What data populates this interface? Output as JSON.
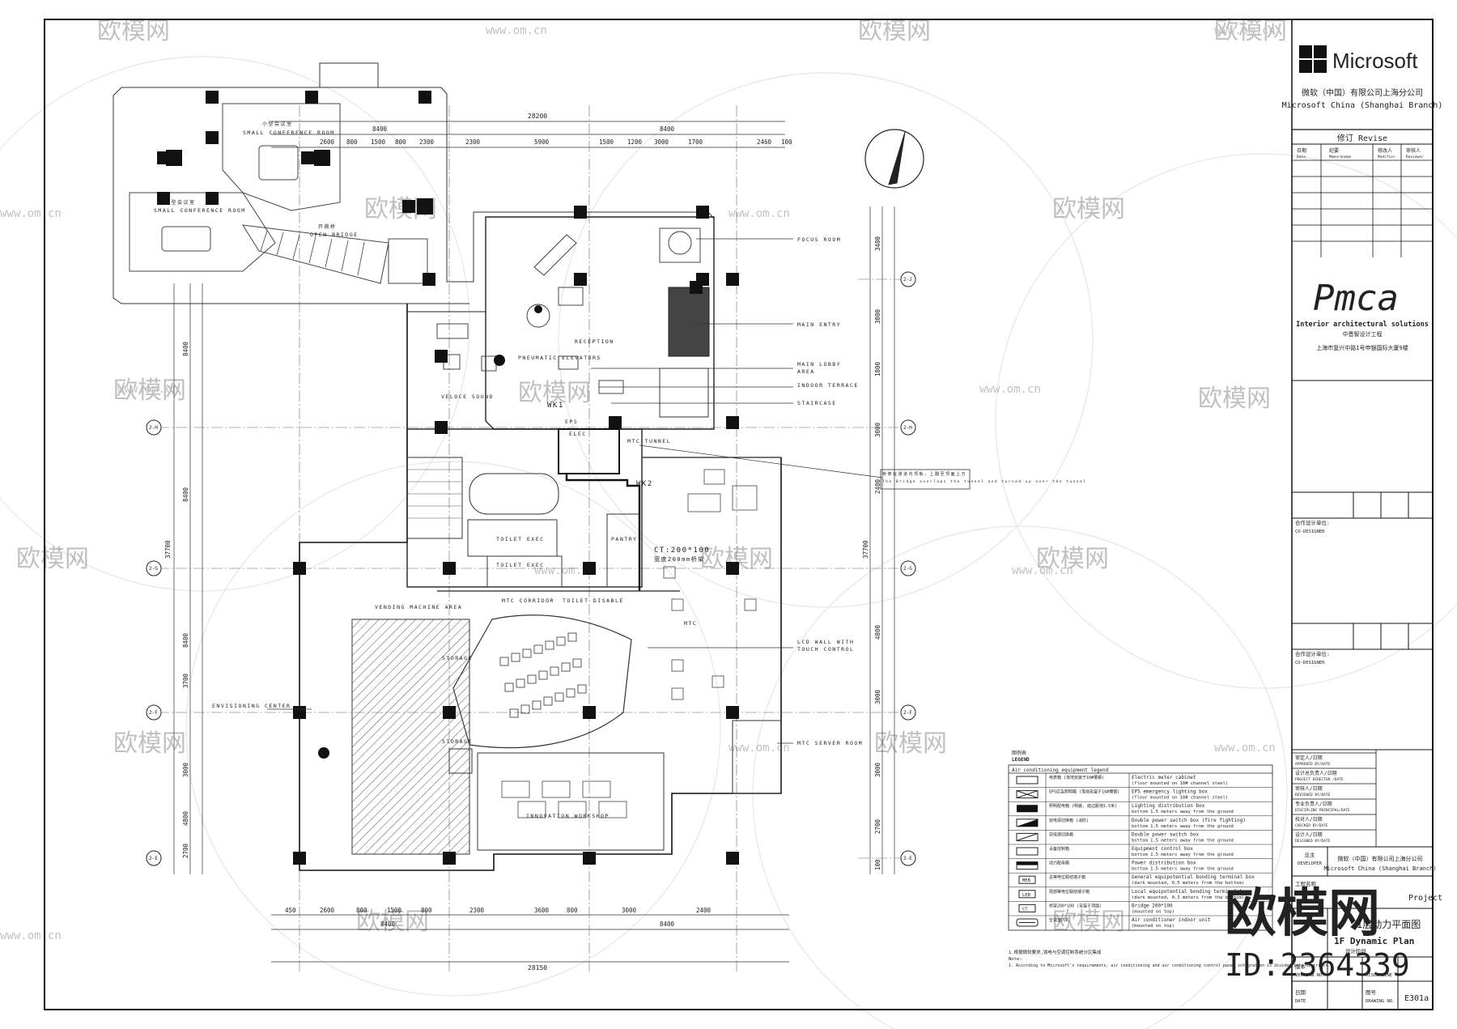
{
  "watermark": {
    "brand": "欧模网",
    "url": "www.om.cn",
    "url_short": "om.cn"
  },
  "brand_stamp": {
    "name": "欧模网",
    "id": "ID:2364339"
  },
  "title_block": {
    "logo": "Microsoft",
    "client_cn": "微软（中国）有限公司上海分公司",
    "client_en": "Microsoft China  (Shanghai Branch)",
    "revise_title": "修订 Revise",
    "revise_headers": [
      "日期",
      "纪要",
      "修改人",
      "审核人"
    ],
    "revise_headers_en": [
      "Date",
      "Memorandum",
      "Modifier",
      "Reviewer"
    ],
    "designer_logo": "Pmca",
    "designer_tagline": "Interior architectural solutions",
    "designer_cn": "中晋智设计工程",
    "designer_address": "上海市复兴中路1号申银国际大厦9楼",
    "cooperation_1": "合作设计单位:",
    "codesigner_1": "CO-DESIGNER",
    "cooperation_2": "合作设计单位:",
    "codesigner_2": "CO-DESIGNER",
    "sign_rows": [
      {
        "cn": "审定人/日期",
        "en": "APPROVED BY/DATE"
      },
      {
        "cn": "设计总负责人/日期",
        "en": "PROJECT DIRECTOR /DATE"
      },
      {
        "cn": "审核人/日期",
        "en": "REVIEWED BY/DATE"
      },
      {
        "cn": "专业负责人/日期",
        "en": "DISCIPLINE PRINCIPAL/DATE"
      },
      {
        "cn": "校对人/日期",
        "en": "CHECKED BY/DATE"
      },
      {
        "cn": "设计人/日期",
        "en": "DESIGNED BY/DATE"
      }
    ],
    "owner_cn": "业主",
    "owner_en": "DEVELOPER",
    "owner_name_cn": "微软（中国）有限公司上海分公司",
    "owner_name_en": "Microsoft China  (Shanghai Branch)",
    "project_label": "工程名称",
    "project_name": "Project",
    "drawing_cn": "1层动力平面图",
    "drawing_en": "1F Dynamic Plan",
    "discipline": "设计阶段",
    "version_label": "版本",
    "version_en": "VERSION NO.",
    "discipline_en": "DISCIPLINE",
    "date_label": "日期",
    "date_en": "DATE",
    "drawing_no_label": "图号",
    "drawing_no_en": "DRAWING NO.",
    "drawing_no": "E301a"
  },
  "legend": {
    "title_cn": "图例表",
    "title_en": "LEGEND",
    "subtitle": "Air conditioning equipment legend",
    "items": [
      {
        "cn": "电表箱 (落地安装于10#槽钢)",
        "en": "Electric meter cabinet",
        "note": "(floor mounted on 10# channel steel)"
      },
      {
        "cn": "EPS应急照明箱 (落地安装于10#槽钢)",
        "en": "EPS emergency lighting box",
        "note": "(floor mounted on 10# channel steel)"
      },
      {
        "cn": "照明配电箱 (明装, 底边距地1.5米)",
        "en": "Lighting distribution box",
        "note": "bottom 1.5 meters away from the ground"
      },
      {
        "cn": "双电源切换箱 (消防)",
        "en": "Double power switch box (fire fighting)",
        "note": "bottom 1.5 meters away from the ground"
      },
      {
        "cn": "双电源切换箱",
        "en": "Double power switch box",
        "note": "bottom 1.5 meters away from the ground"
      },
      {
        "cn": "设备控制箱",
        "en": "Equipment control box",
        "note": "bottom 1.5 meters away from the ground"
      },
      {
        "cn": "动力配电箱",
        "en": "Power distribution box",
        "note": "bottom 1.5 meters away from the ground"
      },
      {
        "cn": "总等电位联结端子箱",
        "en": "General equipotential bonding terminal box",
        "note": "(dark mounted, 0.5 meters from the bottom)",
        "code": "MEB"
      },
      {
        "cn": "局部等电位联结端子箱",
        "en": "Local equipotential bonding terminal box",
        "note": "(dark mounted, 0.3 meters from the bottom)",
        "code": "LEB"
      },
      {
        "cn": "桥架200*100 (安装于顶面)",
        "en": "Bridge 200*100",
        "note": "(mounted on top)",
        "code": "CT"
      },
      {
        "cn": "空调室内机",
        "en": "Air conditioner indoor unit",
        "note": "(mounted on top)"
      }
    ],
    "note_label": "Note:",
    "note_cn": "1.根据微软要求,强电与空调控制系统分区集成",
    "note_en": "1. According to Microsoft's requirements, air conditioning and air conditioning control panel integration is divided into districts."
  },
  "plan": {
    "rooms": [
      "SMALL CONFERENCE ROOM",
      "SMALL CONFERENCE ROOM",
      "OPEN BRIDGE",
      "RECEPTION",
      "PNEUMATIC ELEVATORS",
      "VELOCE SOUND",
      "TOILET EXEC",
      "TOILET EXEC",
      "PANTRY",
      "VENDING MACHINE AREA",
      "MTC CORRIDOR",
      "TOILET DISABLE",
      "STORAGE",
      "STORAGE",
      "MTC",
      "ENVISIONING CENTER",
      "INNOVATION WORKSHOP",
      "EPS",
      "ELEC",
      "MTC TUNNEL"
    ],
    "rooms_cn": [
      "小型会议室",
      "小型会议室",
      "开敞桥"
    ],
    "callouts": [
      "FOCUS ROOM",
      "MAIN ENTRY",
      "MAIN LOBBY AREA",
      "INDOOR TERRACE",
      "STAIRCASE",
      "LCD WALL WITH TOUCH CONTROL",
      "MTC SERVER ROOM"
    ],
    "bridge_note_cn": "桥架在通道内顶板，上翻至顶面上方",
    "bridge_note_en": "The Bridge overlaps the tunnel and turned up over the tunnel",
    "ct_note": "CT:200*100",
    "ct_note_cn": "宽度200mm桥架",
    "wk_labels": [
      "WK1",
      "WK2"
    ],
    "dims_top_total": "28200",
    "dims_top_1": [
      "8400",
      "8400"
    ],
    "dims_top_2": [
      "2600",
      "800",
      "1500",
      "800",
      "2300",
      "2300",
      "5900",
      "1500",
      "1200",
      "3000",
      "1700",
      "2460",
      "100"
    ],
    "dims_bottom_total": "28150",
    "dims_bottom_1": [
      "8400",
      "8400"
    ],
    "dims_bottom_2": [
      "450",
      "2600",
      "800",
      "1500",
      "800",
      "2300",
      "3600",
      "800",
      "3000",
      "2400"
    ],
    "dims_left_total": "37700",
    "dims_left": [
      "8400",
      "8400",
      "8400",
      "3700",
      "3000",
      "4800",
      "2700"
    ],
    "dims_right_total": "37700",
    "dims_right": [
      "3400",
      "3000",
      "1800",
      "3000",
      "2400",
      "4800",
      "3000",
      "3000",
      "2700",
      "100"
    ],
    "axis_left": [
      "2-H",
      "2-G",
      "2-F",
      "2-E"
    ],
    "axis_right": [
      "2-J",
      "2-H",
      "2-G",
      "2-F",
      "2-E"
    ]
  }
}
